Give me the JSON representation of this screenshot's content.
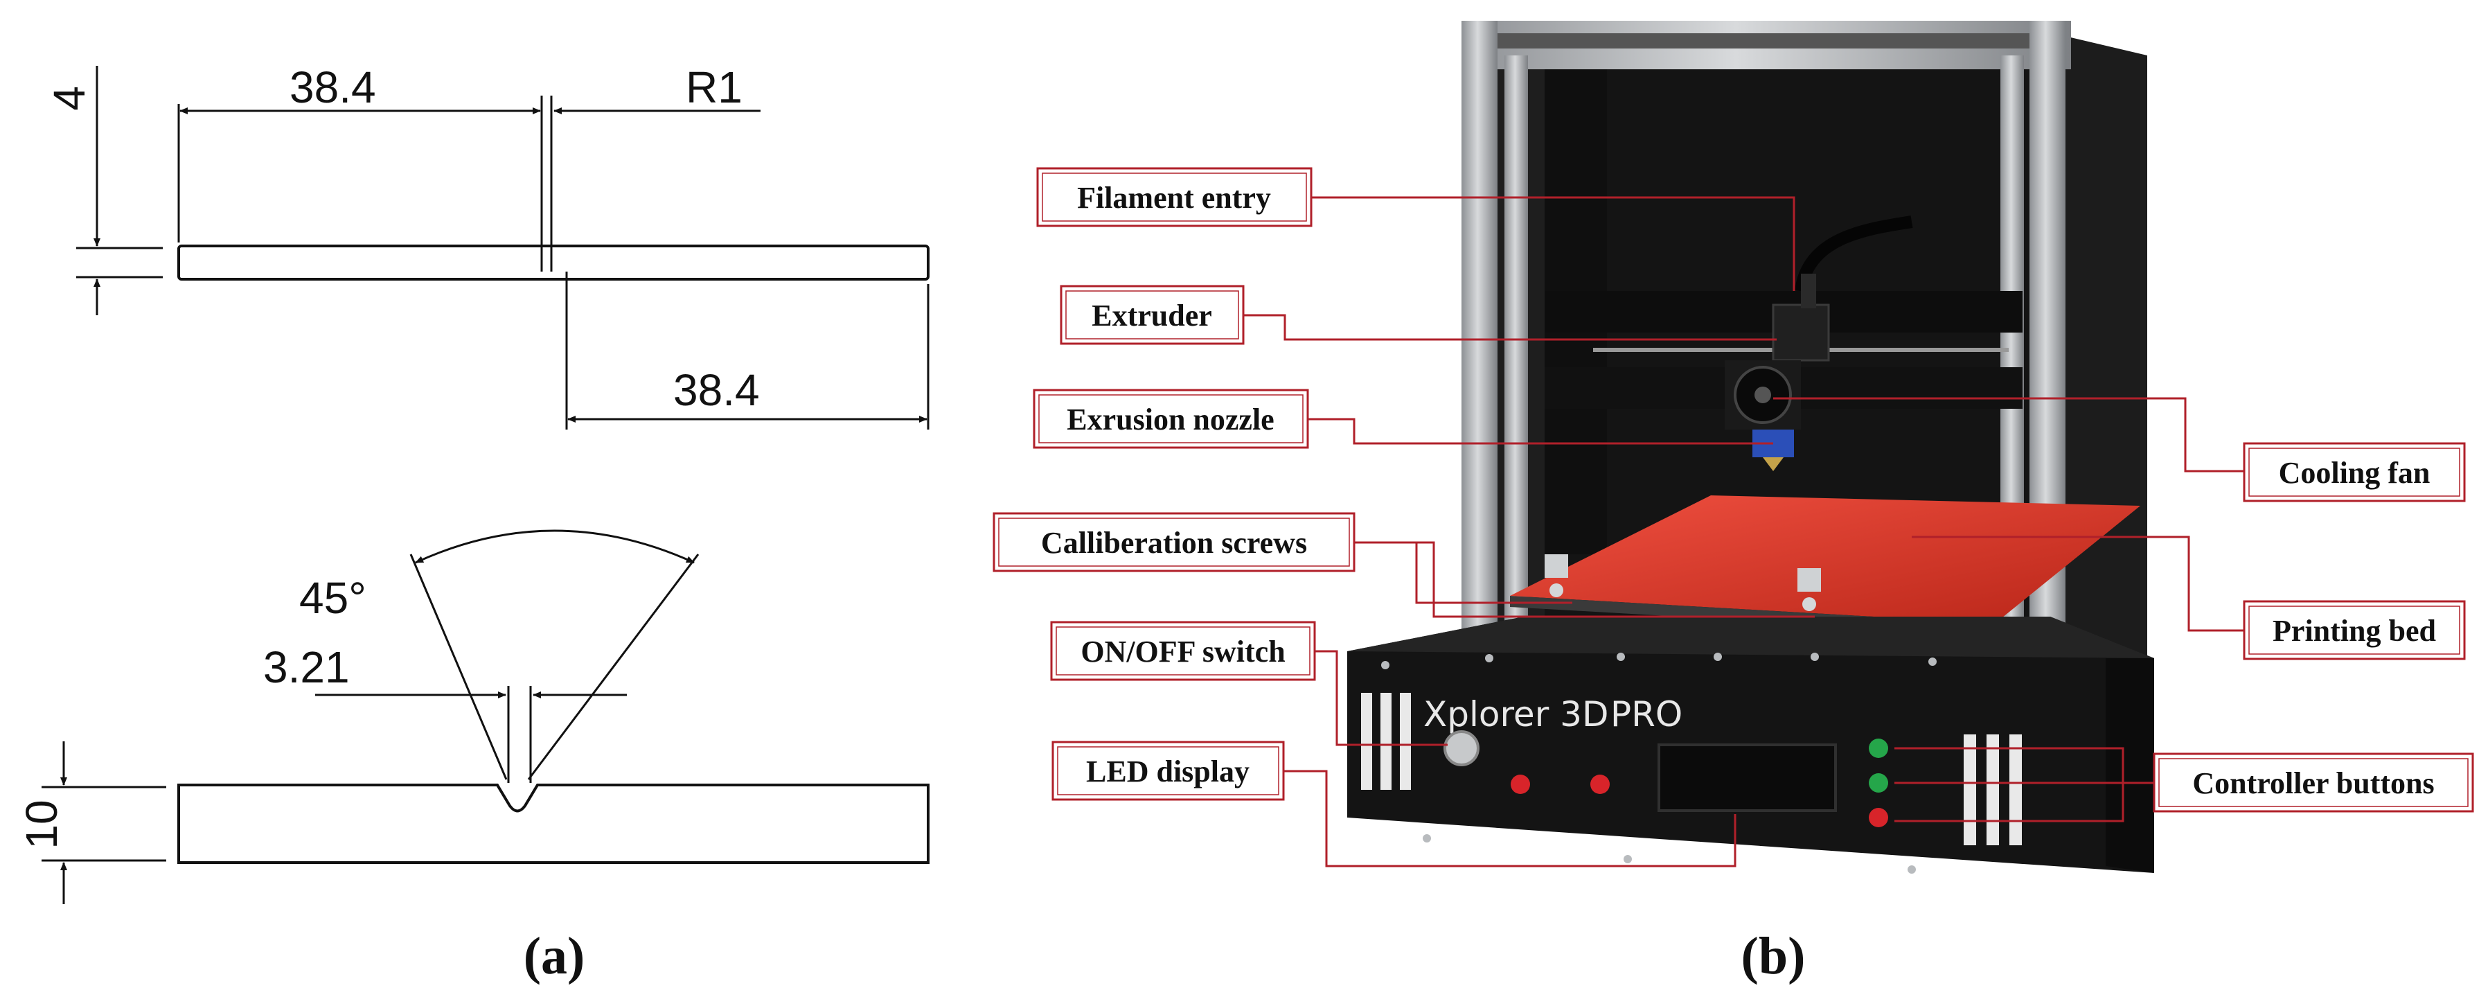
{
  "panel_a": {
    "caption": "(a)",
    "top_view": {
      "dim_thickness": "4",
      "dim_left_length": "38.4",
      "dim_radius": "R1",
      "dim_right_length": "38.4"
    },
    "side_view": {
      "dim_angle": "45°",
      "dim_width": "3.21",
      "dim_height": "10"
    }
  },
  "panel_b": {
    "caption": "(b)",
    "brand": "Xplorer 3D",
    "brand_suffix": "PRO",
    "callouts": {
      "filament_entry": "Filament entry",
      "extruder": "Extruder",
      "extrusion_nozzle": "Exrusion nozzle",
      "calibration_screws": "Calliberation screws",
      "on_off_switch": "ON/OFF switch",
      "led_display": "LED display",
      "cooling_fan": "Cooling fan",
      "printing_bed": "Printing bed",
      "controller_buttons": "Controller buttons"
    }
  },
  "colors": {
    "callout_border": "#b0202a",
    "leader": "#b0202a",
    "frame": "#1a1a1a",
    "aluminium": "#b9bcbf",
    "bed": "#e03a2c",
    "button_green": "#25a64a",
    "button_red": "#d8242a"
  }
}
